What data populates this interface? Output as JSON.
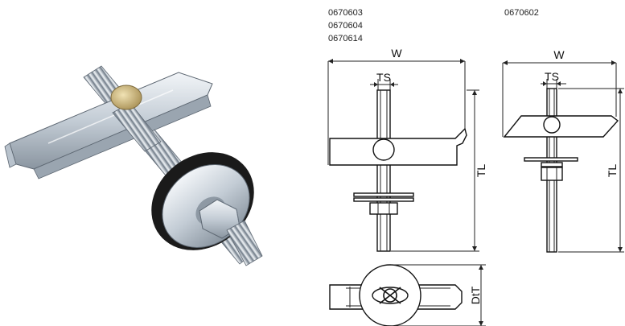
{
  "codes_left": [
    "0670603",
    "0670604",
    "0670614"
  ],
  "code_right": "0670602",
  "dims": {
    "w_left": "W",
    "w_right": "W",
    "ts_left": "TS",
    "ts_right": "TS",
    "tl_left": "TL",
    "tl_right": "TL",
    "dtt": "DtT"
  },
  "colors": {
    "line": "#111111",
    "metal_light": "#e6ebf0",
    "metal_mid": "#aeb8c2",
    "metal_dark": "#6d7884",
    "washer_black": "#1a1a1a",
    "brass": "#c8b27a"
  }
}
